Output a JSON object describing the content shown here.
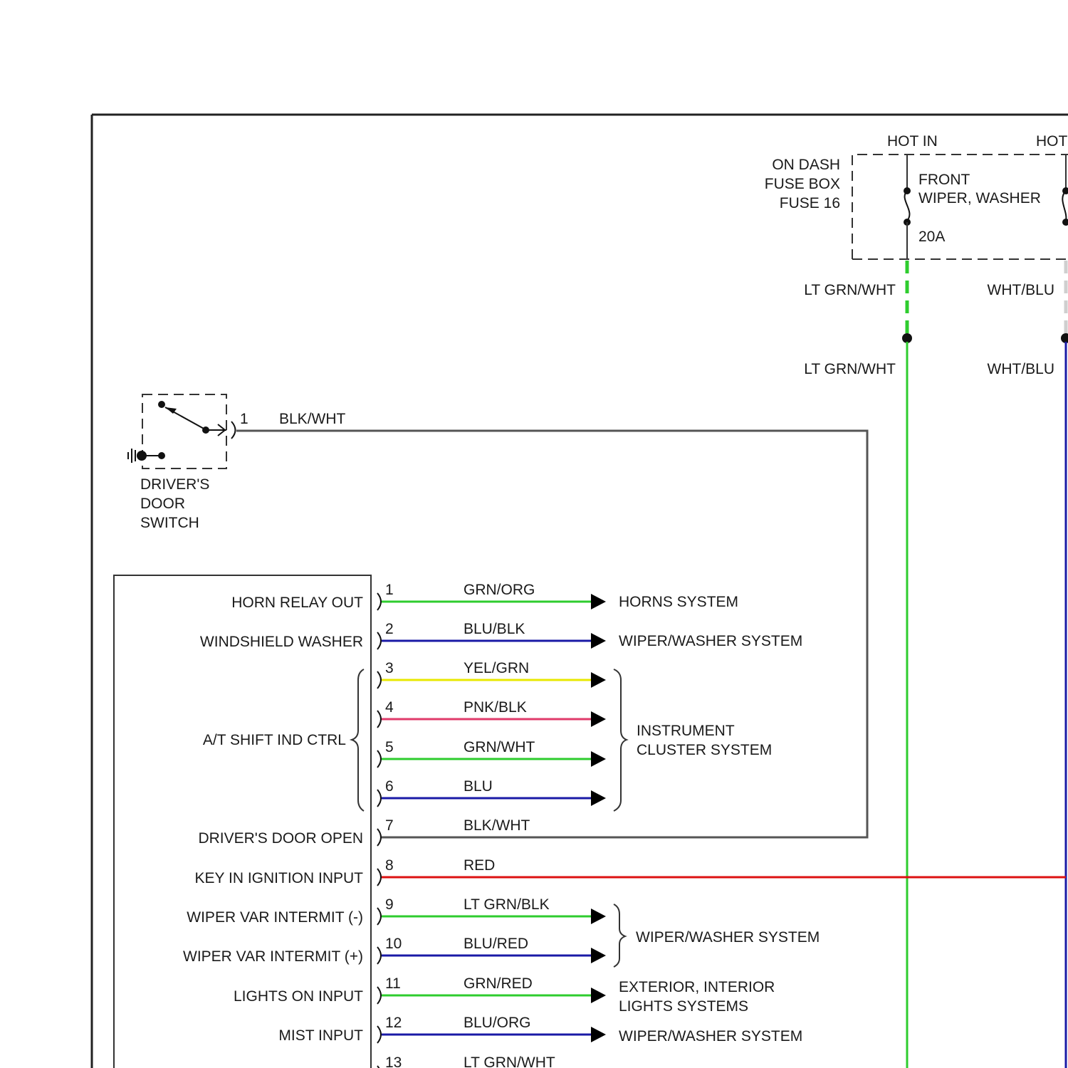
{
  "fuse_box": {
    "hot_in_1": "HOT IN",
    "hot_in_2": "HOT",
    "location_lines": [
      "ON DASH",
      "FUSE BOX",
      "FUSE 16"
    ],
    "fuse_name_lines": [
      "FRONT",
      "WIPER, WASHER"
    ],
    "rating": "20A",
    "wire_left_top": "LT GRN/WHT",
    "wire_right_top": "WHT/BLU",
    "wire_left_bottom": "LT GRN/WHT",
    "wire_right_bottom": "WHT/BLU"
  },
  "door_switch": {
    "pin": "1",
    "wire": "BLK/WHT",
    "label_lines": [
      "DRIVER'S",
      "DOOR",
      "SWITCH"
    ]
  },
  "module": {
    "group_label_at": "A/T SHIFT IND CTRL",
    "pins": [
      {
        "num": "1",
        "func": "HORN RELAY OUT",
        "wire": "GRN/ORG"
      },
      {
        "num": "2",
        "func": "WINDSHIELD WASHER",
        "wire": "BLU/BLK"
      },
      {
        "num": "3",
        "func": "",
        "wire": "YEL/GRN"
      },
      {
        "num": "4",
        "func": "",
        "wire": "PNK/BLK"
      },
      {
        "num": "5",
        "func": "",
        "wire": "GRN/WHT"
      },
      {
        "num": "6",
        "func": "",
        "wire": "BLU"
      },
      {
        "num": "7",
        "func": "DRIVER'S DOOR OPEN",
        "wire": "BLK/WHT"
      },
      {
        "num": "8",
        "func": "KEY IN IGNITION INPUT",
        "wire": "RED"
      },
      {
        "num": "9",
        "func": "WIPER VAR INTERMIT (-)",
        "wire": "LT GRN/BLK"
      },
      {
        "num": "10",
        "func": "WIPER VAR INTERMIT (+)",
        "wire": "BLU/RED"
      },
      {
        "num": "11",
        "func": "LIGHTS ON INPUT",
        "wire": "GRN/RED"
      },
      {
        "num": "12",
        "func": "MIST INPUT",
        "wire": "BLU/ORG"
      },
      {
        "num": "13",
        "func": "",
        "wire": "LT GRN/WHT"
      }
    ]
  },
  "destinations": {
    "horns": "HORNS SYSTEM",
    "wiper_washer_1": "WIPER/WASHER SYSTEM",
    "instrument_lines": [
      "INSTRUMENT",
      "CLUSTER SYSTEM"
    ],
    "wiper_washer_2": "WIPER/WASHER SYSTEM",
    "lights_lines": [
      "EXTERIOR, INTERIOR",
      "LIGHTS SYSTEMS"
    ],
    "wiper_washer_3": "WIPER/WASHER SYSTEM"
  },
  "colors": {
    "green": "#2ecc2e",
    "blue": "#1a1aa6",
    "red": "#dd1111",
    "yellow": "#e8e800",
    "pink": "#e03a6a",
    "gray": "#555555"
  }
}
